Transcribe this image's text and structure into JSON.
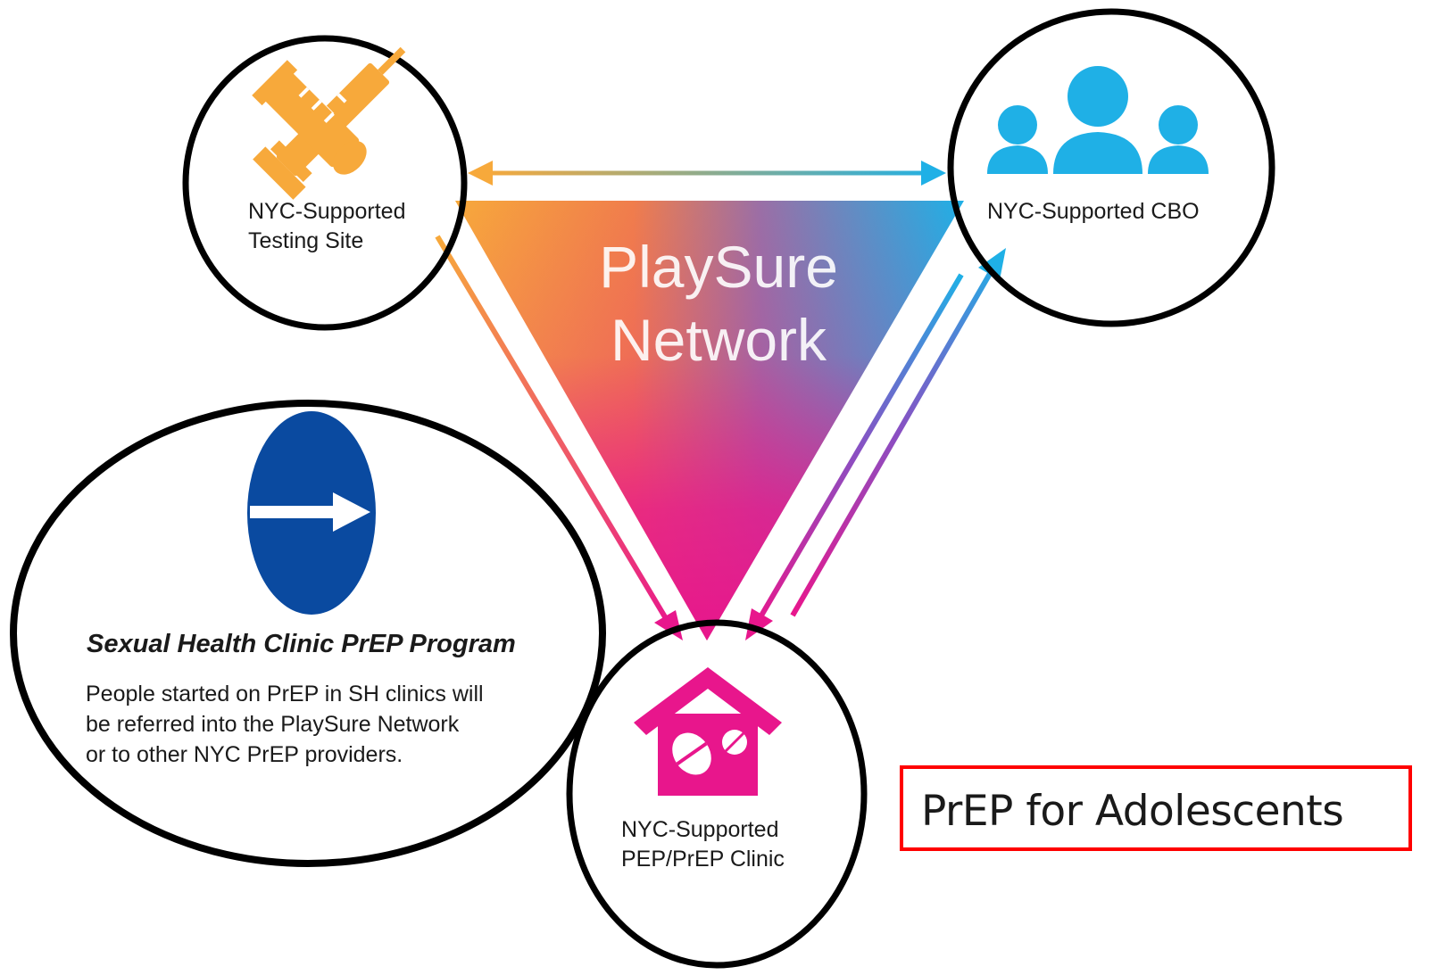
{
  "center": {
    "line1": "PlaySure",
    "line2": "Network"
  },
  "nodes": {
    "testing_site": {
      "line1": "NYC-Supported",
      "line2": "Testing Site",
      "icon": "syringe-tube-icon",
      "color": "#f7a93b"
    },
    "cbo": {
      "line1": "NYC-Supported CBO",
      "icon": "people-group-icon",
      "color": "#1fb0e6"
    },
    "clinic": {
      "line1": "NYC-Supported",
      "line2": "PEP/PrEP Clinic",
      "icon": "house-pills-icon",
      "color": "#e8168c"
    },
    "sh_program": {
      "title": "Sexual Health Clinic PrEP Program",
      "desc_lines": [
        "People started on PrEP in SH clinics will",
        "be referred into the PlaySure Network",
        "or to other NYC PrEP providers."
      ],
      "icon": "arrow-oval-icon",
      "color": "#0a4aa0"
    }
  },
  "callout": {
    "label": "PrEP for Adolescents",
    "border_color": "#ff0000"
  },
  "colors": {
    "orange": "#f7a93b",
    "blue": "#1fb0e6",
    "magenta": "#e8168c",
    "purple": "#9b3fb5"
  }
}
